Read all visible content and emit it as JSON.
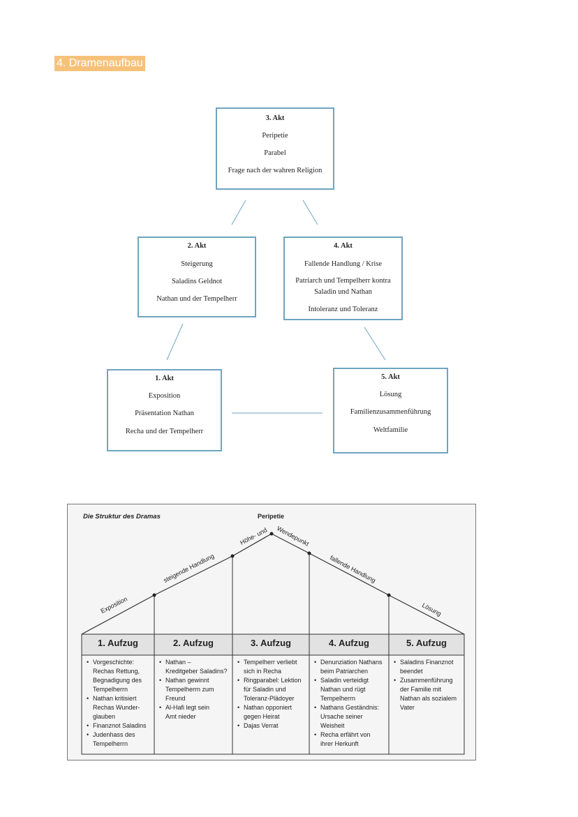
{
  "heading": "4. Dramenaufbau",
  "acts": [
    {
      "title": "3. Akt",
      "lines": [
        "Peripetie",
        "Parabel",
        "Frage nach der wahren Religion"
      ]
    },
    {
      "title": "2. Akt",
      "lines": [
        "Steigerung",
        "Saladins Geldnot",
        "Nathan und der Tempelherr"
      ]
    },
    {
      "title": "4. Akt",
      "lines": [
        "Fallende Handlung / Krise",
        "Patriarch und Tempelherr kontra",
        "Saladin und Nathan",
        "Intoleranz und Toleranz"
      ]
    },
    {
      "title": "1. Akt",
      "lines": [
        "Exposition",
        "Präsentation Nathan",
        "Recha und der Tempelherr"
      ]
    },
    {
      "title": "5. Akt",
      "lines": [
        "Lösung",
        "Familienzusammenführung",
        "Weltfamilie"
      ]
    }
  ],
  "structure": {
    "title": "Die Struktur des Dramas",
    "peak_label": "Peripetie",
    "labels": {
      "exposition": "Exposition",
      "rising": "steigende Handlung",
      "peak_left": "Höhe- und",
      "peak_right": "Wendepunkt",
      "falling": "fallende Handlung",
      "solution": "Lösung"
    },
    "columns": [
      {
        "head": "1. Aufzug",
        "items": [
          "Vorgeschichte:\nRechas Rettung,\nBegnadigung des\nTempelherrn",
          "Nathan kritisiert\nRechas Wunder-\nglauben",
          "Finanznot Saladins",
          "Judenhass des\nTempelherrn"
        ]
      },
      {
        "head": "2. Aufzug",
        "items": [
          "Nathan –\nKreditgeber Saladins?",
          "Nathan gewinnt\nTempelherrn zum\nFreund",
          "Al-Hafi legt sein\nAmt nieder"
        ]
      },
      {
        "head": "3. Aufzug",
        "items": [
          "Tempelherr verliebt\nsich in Recha",
          "Ringparabel: Lektion\nfür Saladin und\nToleranz-Plädoyer",
          "Nathan opponiert\ngegen Heirat",
          "Dajas Verrat"
        ]
      },
      {
        "head": "4. Aufzug",
        "items": [
          "Denunziation Nathans\nbeim Patriarchen",
          "Saladin verteidigt\nNathan und rügt\nTempelherrn",
          "Nathans Geständnis:\nUrsache seiner\nWeisheit",
          "Recha erfährt von\nihrer Herkunft"
        ]
      },
      {
        "head": "5. Aufzug",
        "items": [
          "Saladins Finanznot\nbeendet",
          "Zusammenführung\nder Familie mit\nNathan als sozialem\nVater"
        ]
      }
    ]
  },
  "colors": {
    "box_border": "#6fa4bf",
    "heading_bg": "#f6c27a"
  }
}
